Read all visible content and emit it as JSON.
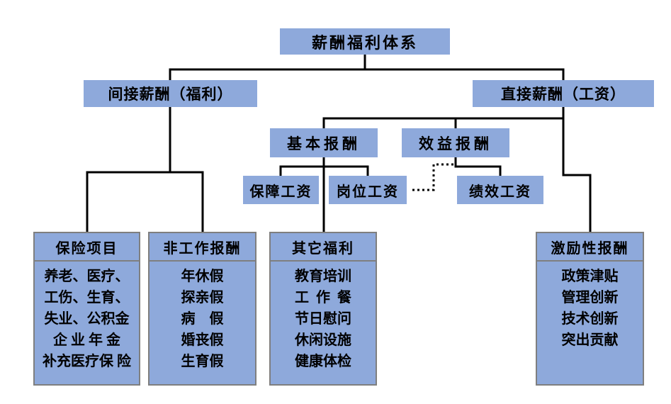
{
  "colors": {
    "box_fill": "#8EA9DB",
    "box_border": "#7F7F7F",
    "line": "#000000"
  },
  "root": {
    "label": "薪酬福利体系"
  },
  "level2": {
    "indirect": {
      "label": "间接薪酬（福利）"
    },
    "direct": {
      "label": "直接薪酬（工资）"
    }
  },
  "level3": {
    "basic": {
      "label": "基本报酬"
    },
    "benefit": {
      "label": "效益报酬"
    }
  },
  "level4": {
    "guaranteed": {
      "label": "保障工资"
    },
    "position": {
      "label": "岗位工资"
    },
    "performance": {
      "label": "绩效工资"
    }
  },
  "columns": [
    {
      "header": "保险项目",
      "items": [
        "养老、医疗、",
        "工伤、生育、",
        "失业、公积金",
        "企 业 年 金",
        "补充医疗保 险"
      ]
    },
    {
      "header": "非工作报酬",
      "items": [
        "年休假",
        "探亲假",
        "病　假",
        "婚丧假",
        "生育假"
      ]
    },
    {
      "header": "其它福利",
      "items": [
        "教育培训",
        "工  作  餐",
        "节日慰问",
        "休闲设施",
        "健康体检"
      ]
    },
    {
      "header": "激励性报酬",
      "items": [
        "政策津贴",
        "管理创新",
        "技术创新",
        "突出贡献"
      ]
    }
  ]
}
